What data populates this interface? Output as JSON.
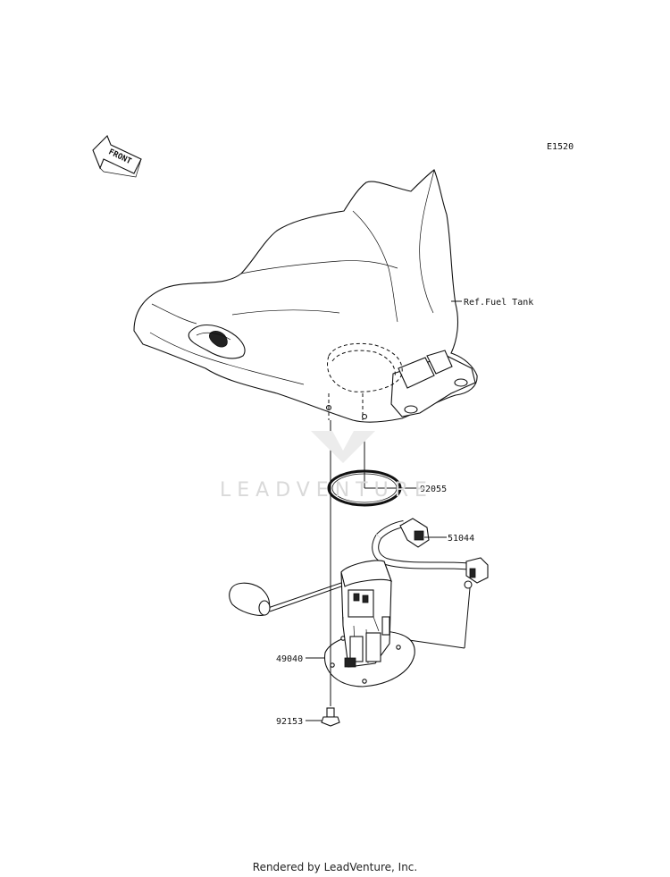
{
  "diagram_code": "E1520",
  "front_label": "FRONT",
  "watermark": "LEADVENTURE",
  "callouts": {
    "ref_fuel_tank": "Ref.Fuel Tank",
    "gasket": "92055",
    "hose": "51044",
    "fuel_pump": "49040",
    "bolt": "92153"
  },
  "footer": "Rendered by LeadVenture, Inc."
}
